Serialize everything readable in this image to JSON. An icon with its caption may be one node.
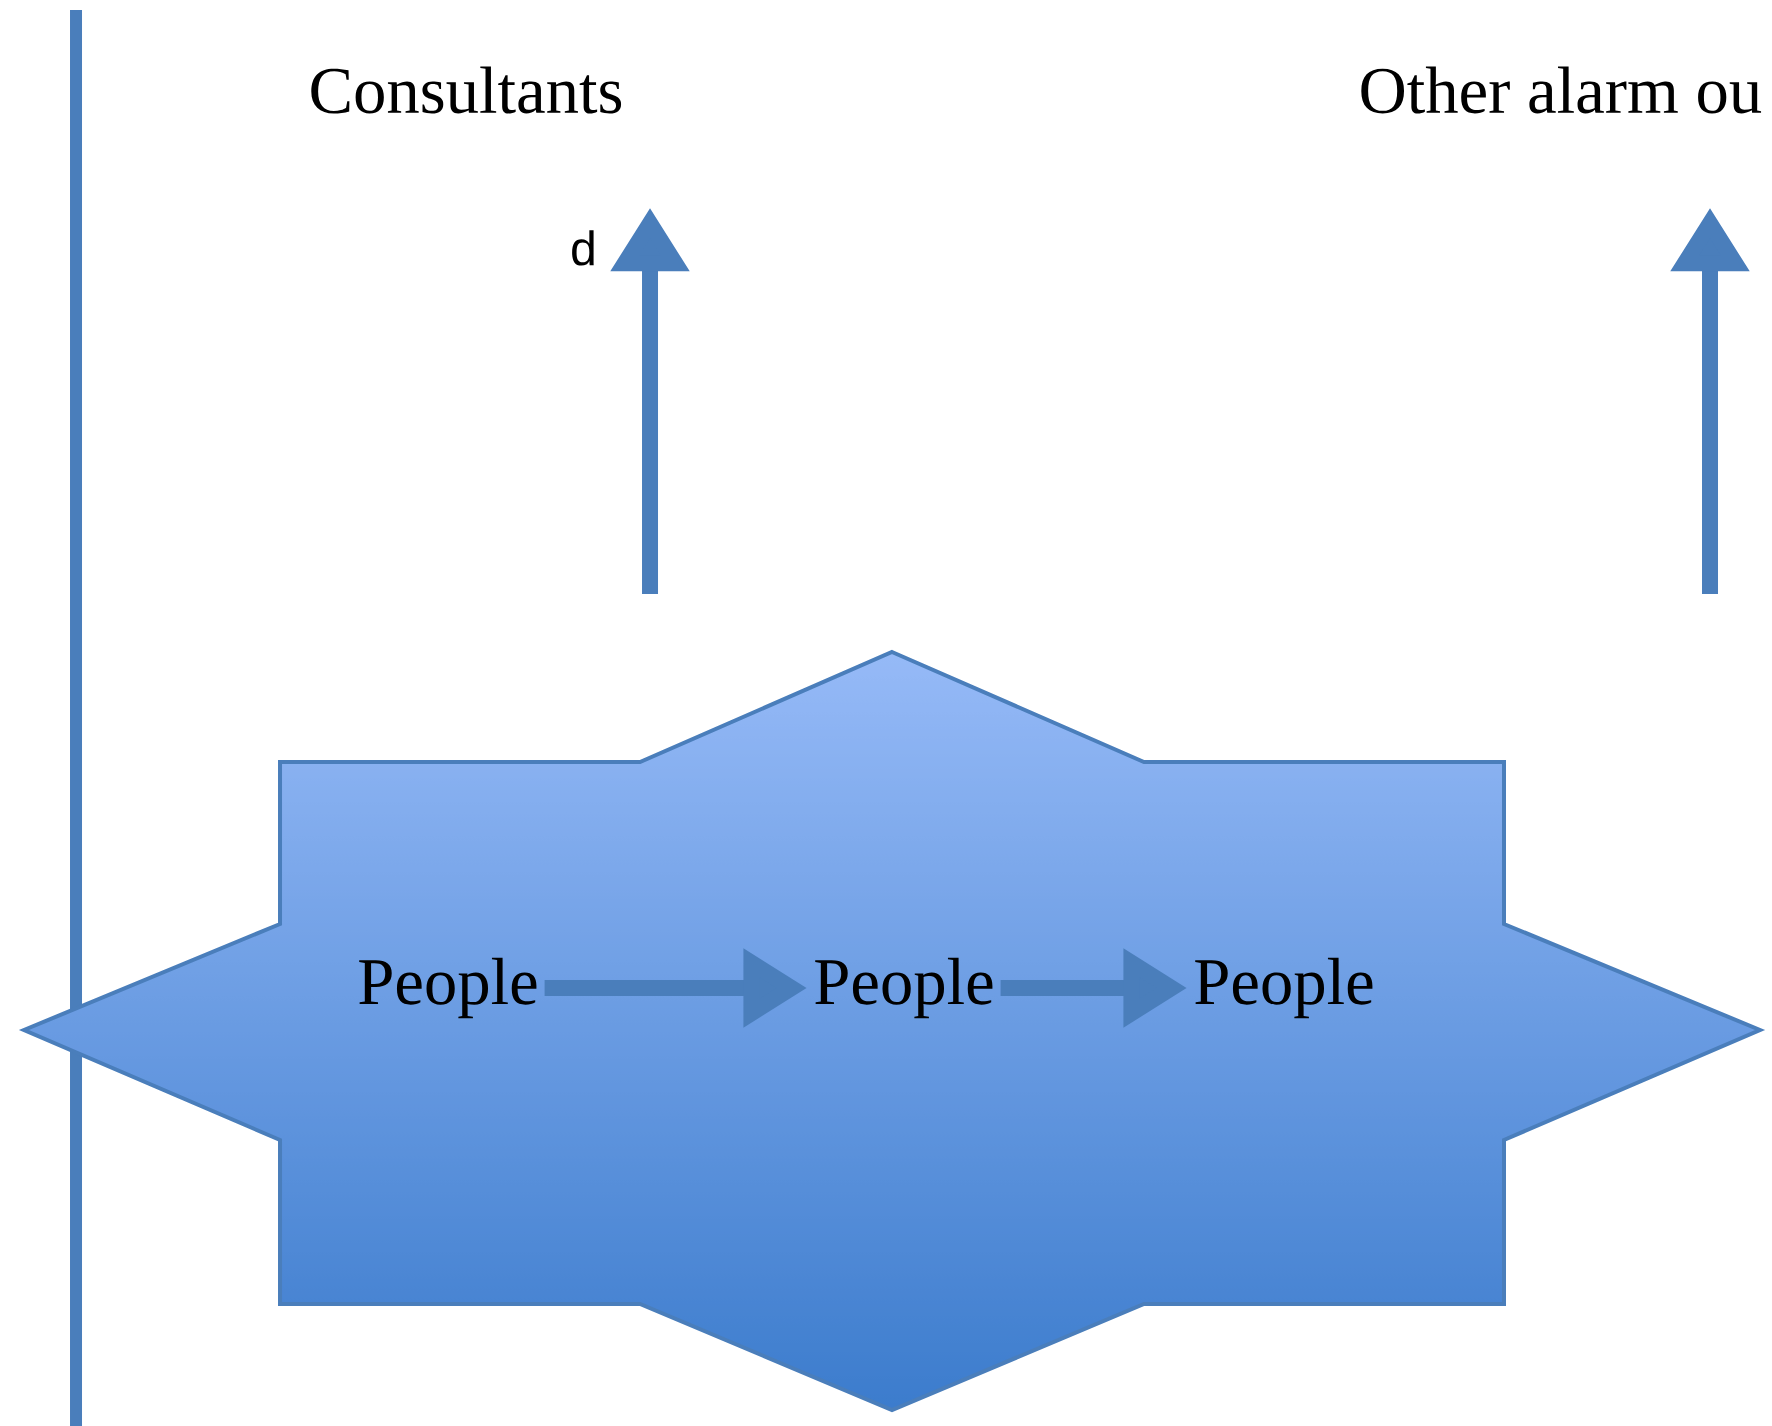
{
  "diagram": {
    "nodes": [
      {
        "text": [
          "Consultants"
        ]
      },
      {
        "text": [
          "Other alarm ou"
        ]
      },
      {
        "text": [],
        "shape": "star"
      },
      {
        "text": [
          "People"
        ],
        "in": 2
      },
      {
        "text": [
          "People"
        ],
        "in": 2
      },
      {
        "text": [
          "People"
        ],
        "in": 2
      }
    ],
    "edges": [
      {
        "from": null,
        "to": 0,
        "arrow": "to"
      },
      {
        "from": null,
        "to": 1,
        "arrow": "to"
      },
      {
        "from": 3,
        "to": 4,
        "arrow": "to"
      },
      {
        "from": 4,
        "to": 5,
        "arrow": "to"
      }
    ],
    "labels": [
      "d"
    ]
  }
}
